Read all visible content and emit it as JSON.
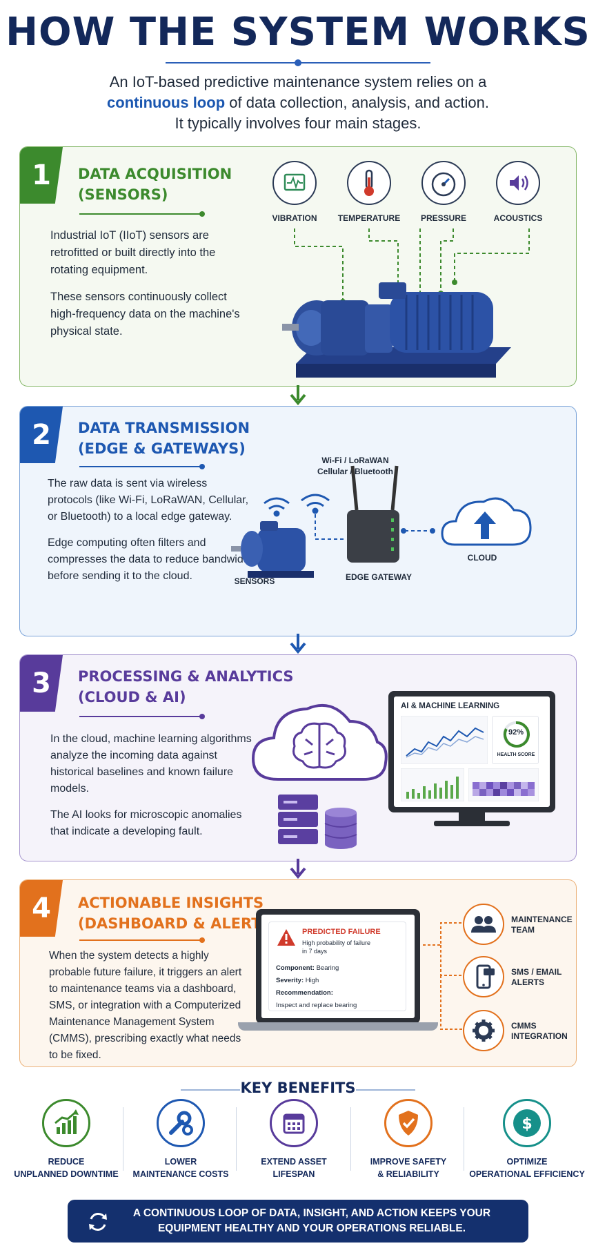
{
  "title": "HOW THE SYSTEM WORKS",
  "intro": {
    "line1": "An IoT-based predictive maintenance system relies on a",
    "highlight": "continuous loop",
    "line2": " of data collection, analysis, and action.",
    "line3": "It typically involves four main stages."
  },
  "stages": [
    {
      "number": "1",
      "title_line1": "DATA ACQUISITION",
      "title_line2": "(SENSORS)",
      "paragraphs": [
        "Industrial IoT (IIoT) sensors are retrofitted or built directly into the rotating equipment.",
        "These sensors continuously collect high-frequency data on the machine's physical state."
      ],
      "sensor_labels": [
        "VIBRATION",
        "TEMPERATURE",
        "PRESSURE",
        "ACOUSTICS"
      ]
    },
    {
      "number": "2",
      "title_line1": "DATA TRANSMISSION",
      "title_line2": "(EDGE & GATEWAYS)",
      "paragraphs": [
        "The raw data is sent via wireless protocols (like Wi-Fi, LoRaWAN, Cellular, or Bluetooth) to a local edge gateway.",
        "Edge computing often filters and compresses the data to reduce bandwidth before sending it to the cloud."
      ],
      "protocols_line1": "Wi-Fi / LoRaWAN",
      "protocols_line2": "Cellular / Bluetooth",
      "labels": {
        "sensors": "SENSORS",
        "gateway": "EDGE GATEWAY",
        "cloud": "CLOUD"
      }
    },
    {
      "number": "3",
      "title_line1": "PROCESSING & ANALYTICS",
      "title_line2": "(CLOUD & AI)",
      "paragraphs": [
        "In the cloud, machine learning algorithms analyze the incoming data against historical baselines and known failure models.",
        "The AI looks for microscopic anomalies that indicate a developing fault."
      ],
      "monitor_title": "AI & MACHINE LEARNING",
      "health_value": "92%",
      "health_label": "HEALTH SCORE"
    },
    {
      "number": "4",
      "title_line1": "ACTIONABLE INSIGHTS",
      "title_line2": "(DASHBOARD & ALERTS)",
      "paragraphs": [
        "When the system detects a highly probable future failure, it triggers an alert to maintenance teams via a dashboard, SMS, or integration with a Computerized Maintenance Management System (CMMS), prescribing exactly what needs to be fixed."
      ],
      "alert": {
        "title": "PREDICTED FAILURE",
        "sub1": "High probability of failure",
        "sub2": "in 7 days",
        "component_label": "Component:",
        "component_value": "Bearing",
        "severity_label": "Severity:",
        "severity_value": "High",
        "rec_label": "Recommendation:",
        "rec_value": "Inspect and replace bearing"
      },
      "targets": [
        {
          "line1": "MAINTENANCE",
          "line2": "TEAM"
        },
        {
          "line1": "SMS / EMAIL",
          "line2": "ALERTS"
        },
        {
          "line1": "CMMS",
          "line2": "INTEGRATION"
        }
      ]
    }
  ],
  "benefits_title": "KEY BENEFITS",
  "benefits": [
    {
      "line1": "REDUCE",
      "line2": "UNPLANNED DOWNTIME",
      "color": "#3c8a2d",
      "icon": "chart-up-icon"
    },
    {
      "line1": "LOWER",
      "line2": "MAINTENANCE COSTS",
      "color": "#1e58b1",
      "icon": "wrench-gear-icon"
    },
    {
      "line1": "EXTEND ASSET",
      "line2": "LIFESPAN",
      "color": "#583b9b",
      "icon": "calendar-icon"
    },
    {
      "line1": "IMPROVE SAFETY",
      "line2": "& RELIABILITY",
      "color": "#e2711d",
      "icon": "shield-check-icon"
    },
    {
      "line1": "OPTIMIZE",
      "line2": "OPERATIONAL EFFICIENCY",
      "color": "#16908a",
      "icon": "dollar-icon"
    }
  ],
  "footer_line1": "A CONTINUOUS LOOP OF DATA, INSIGHT, AND ACTION KEEPS YOUR",
  "footer_line2": "EQUIPMENT HEALTHY AND YOUR OPERATIONS RELIABLE."
}
